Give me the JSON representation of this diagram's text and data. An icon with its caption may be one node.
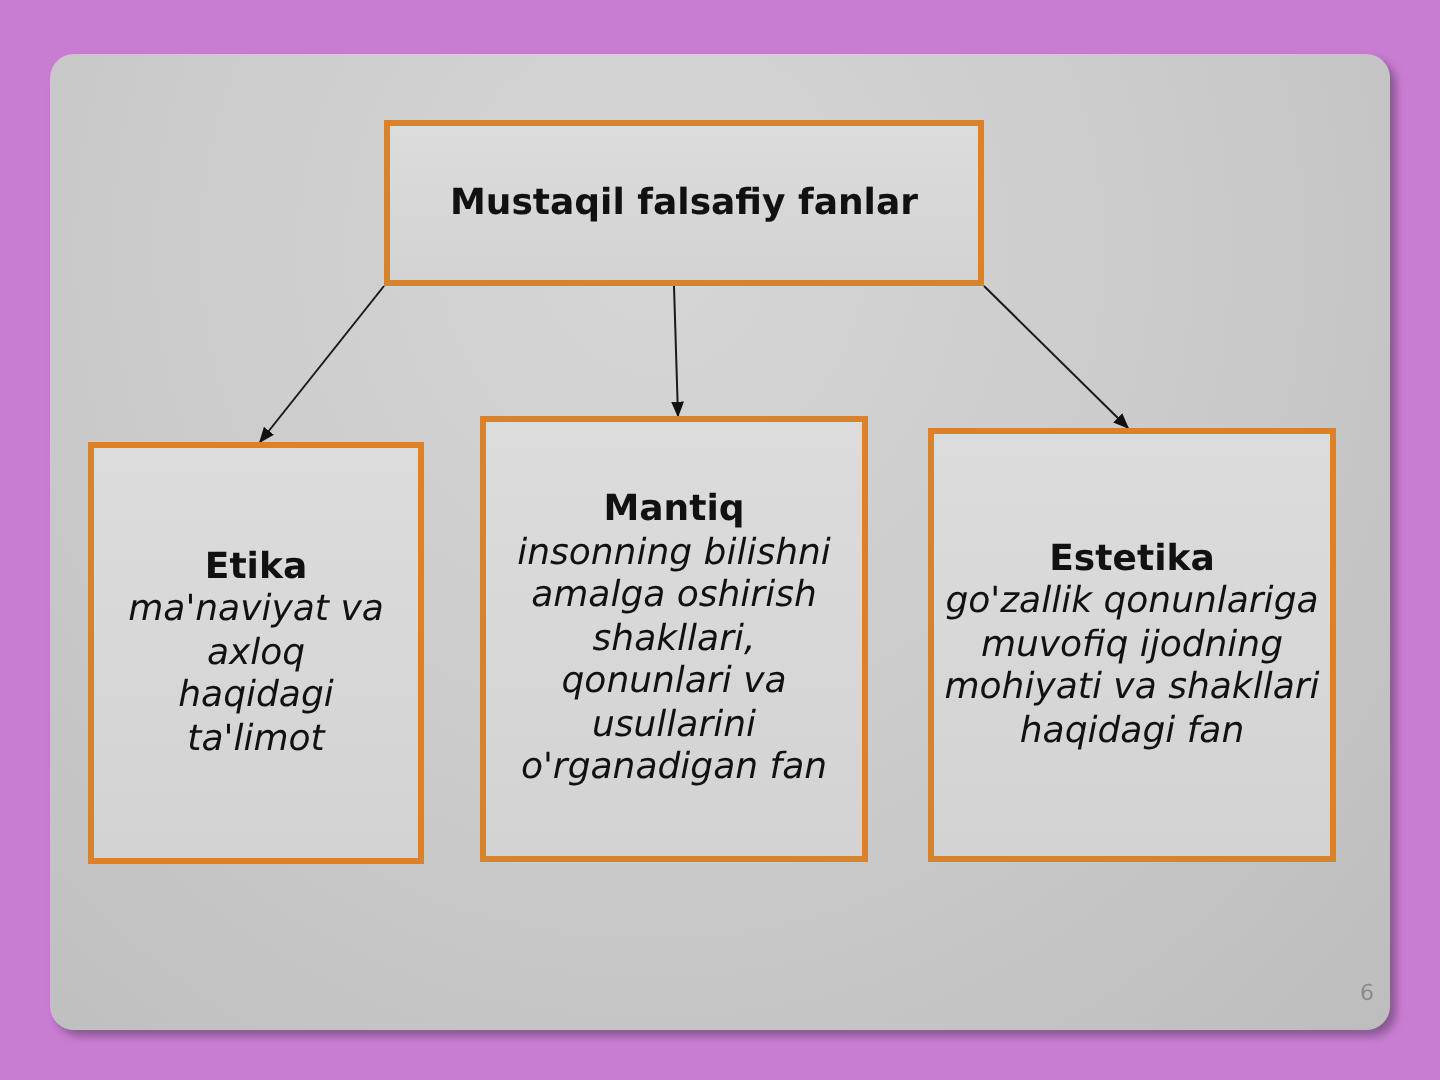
{
  "diagram": {
    "nodes": [
      {
        "text": [
          "Mustaqil falsafiy fanlar"
        ]
      },
      {
        "text": [
          "Etika",
          "ma'naviyat va axloq haqidagi ta'limot"
        ]
      },
      {
        "text": [
          "Mantiq",
          "insonning bilishni amalga oshirish shakllari, qonunlari va usullarini o'rganadigan fan"
        ]
      },
      {
        "text": [
          "Estetika",
          "go'zallik qonunlariga muvofiq ijodning mohiyati va shakllari haqidagi fan"
        ]
      }
    ],
    "edges": [
      {
        "from": 0,
        "to": 1,
        "arrow": "to"
      },
      {
        "from": 0,
        "to": 2,
        "arrow": "to"
      },
      {
        "from": 0,
        "to": 3,
        "arrow": "to"
      }
    ],
    "labels": [
      "6"
    ]
  }
}
